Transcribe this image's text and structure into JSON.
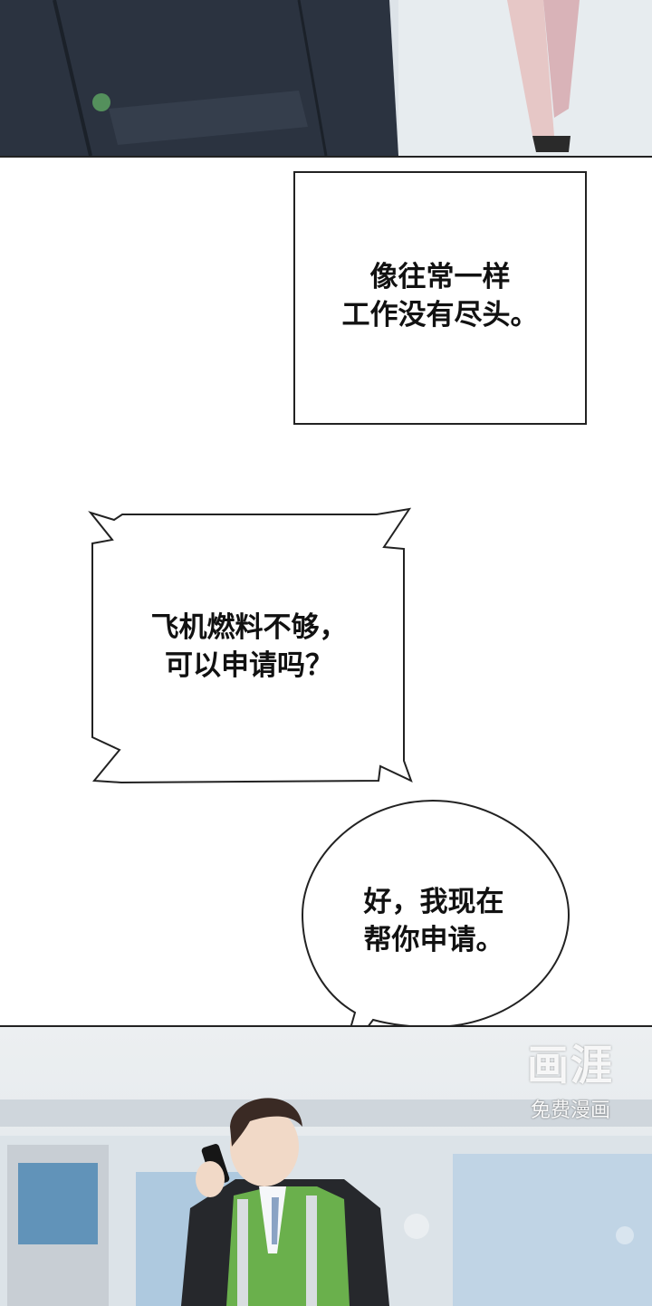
{
  "caption": {
    "lines": "像往常一样\n工作没有尽头。"
  },
  "phone_bubble": {
    "lines": "飞机燃料不够，\n可以申请吗？"
  },
  "reply_bubble": {
    "lines": "好，我现在\n帮你申请。"
  },
  "watermark": {
    "logo": "画涯",
    "sub": "免费漫画"
  }
}
